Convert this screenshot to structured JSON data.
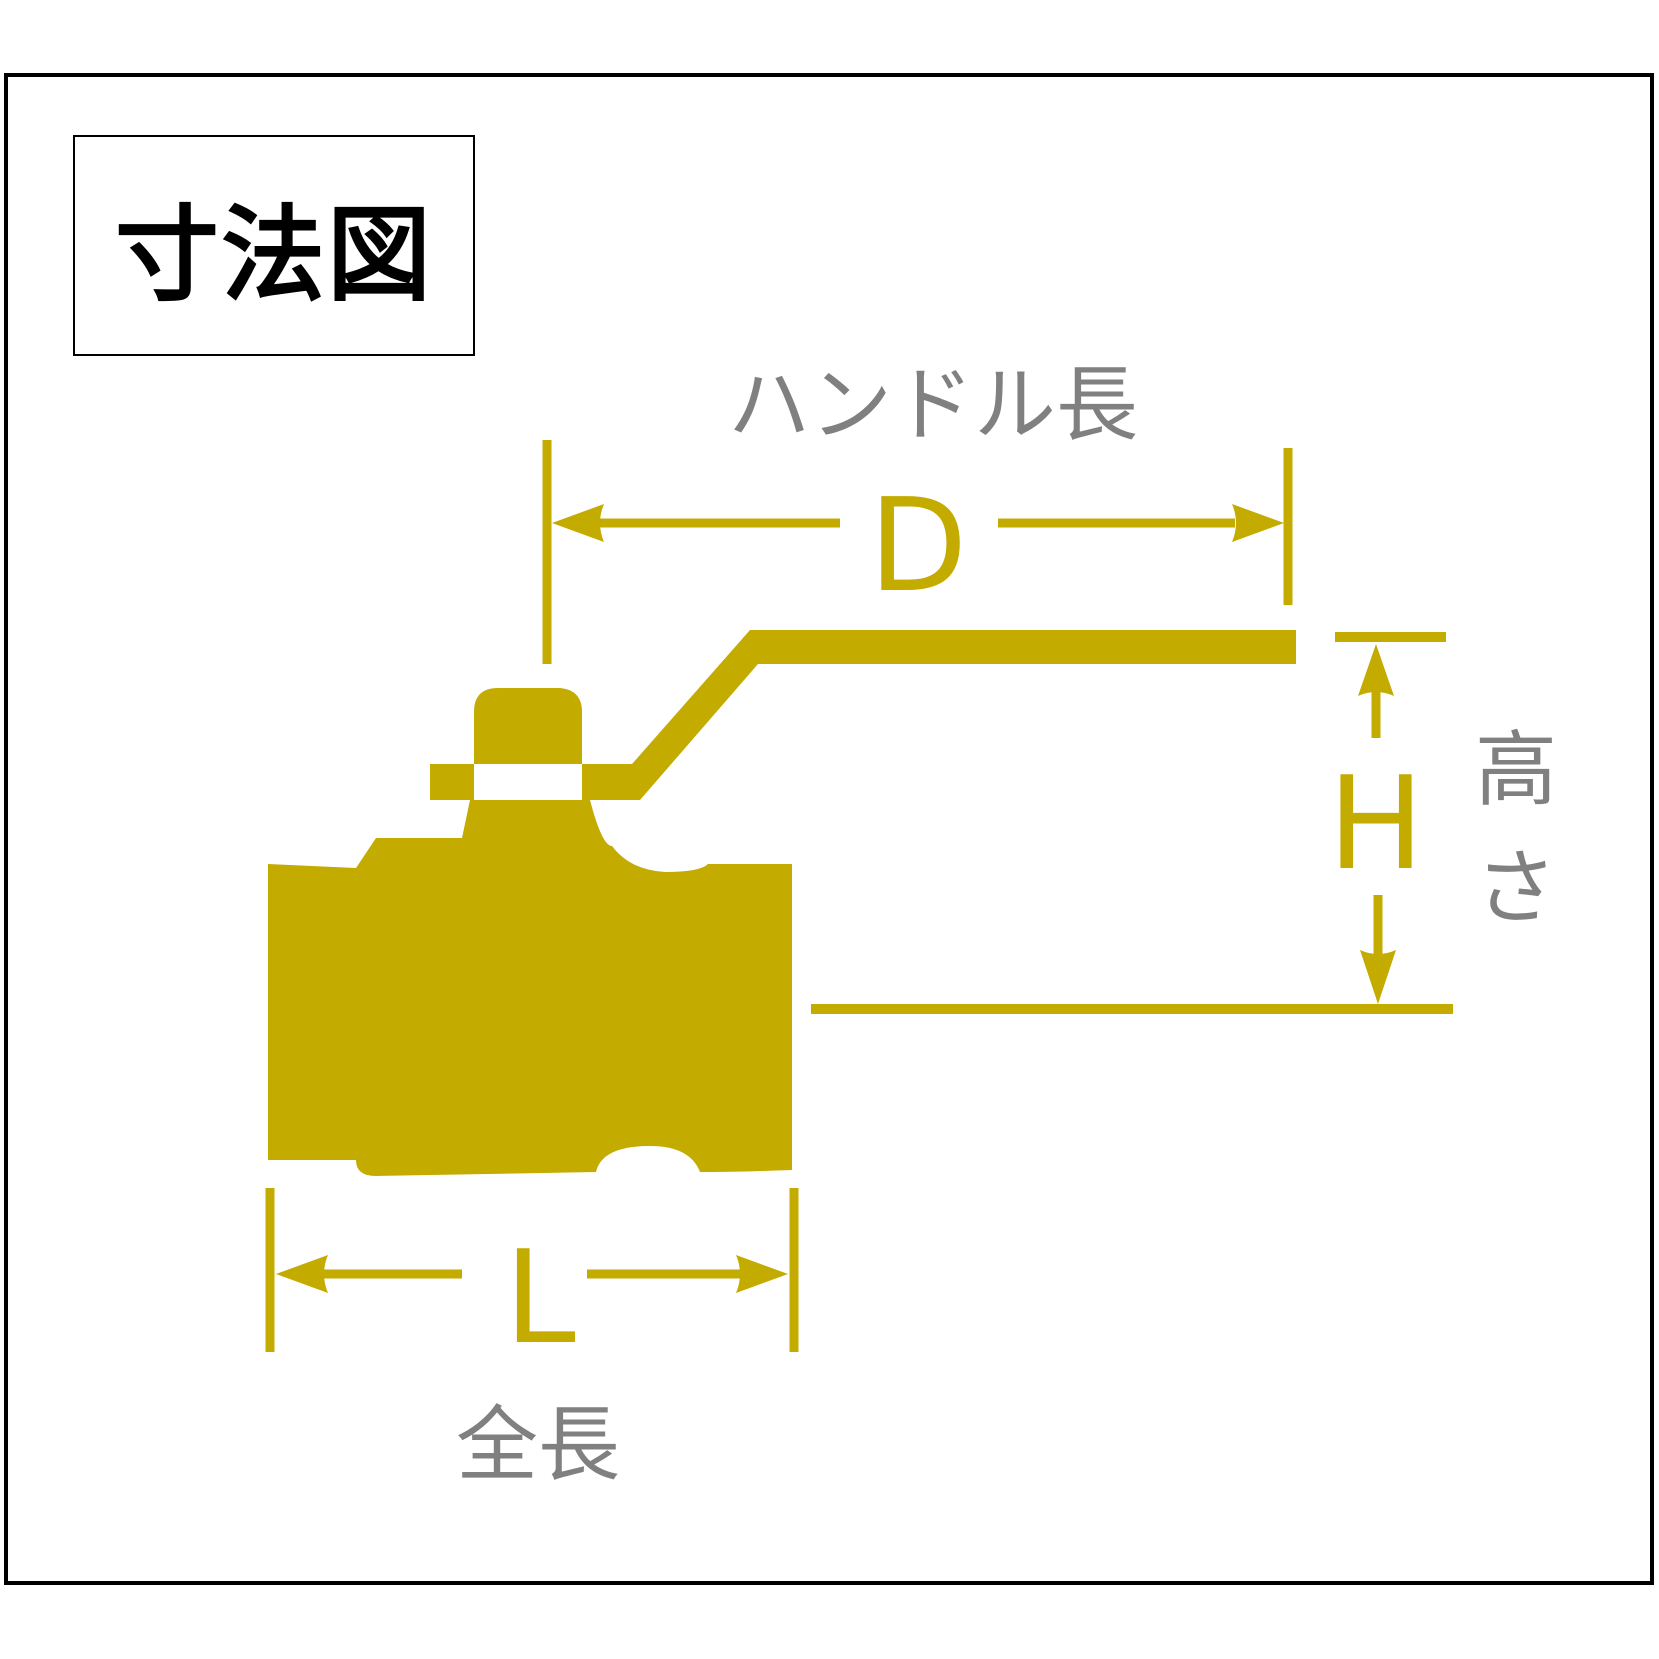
{
  "title": "寸法図",
  "dimensions": {
    "handle_length": {
      "letter": "D",
      "caption": "ハンドル長"
    },
    "height": {
      "letter": "H",
      "caption": "高さ"
    },
    "total_length": {
      "letter": "L",
      "caption": "全長"
    }
  },
  "colors": {
    "accent": "#C4AB00",
    "label_gray": "#808080",
    "frame": "#000000"
  }
}
